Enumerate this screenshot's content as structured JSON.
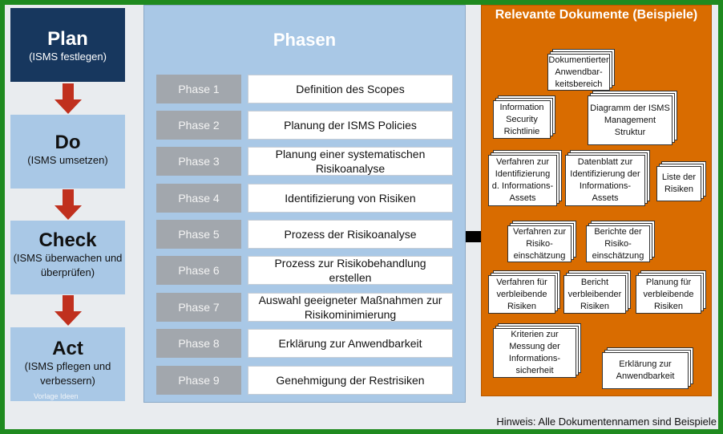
{
  "pdca": [
    {
      "title": "Plan",
      "subtitle": "(ISMS festlegen)"
    },
    {
      "title": "Do",
      "subtitle": "(ISMS umsetzen)"
    },
    {
      "title": "Check",
      "subtitle": "(ISMS überwachen und überprüfen)"
    },
    {
      "title": "Act",
      "subtitle": "(ISMS pflegen und verbessern)"
    }
  ],
  "watermark": "Vorlage Ideen",
  "phases": {
    "title": "Phasen",
    "items": [
      {
        "label": "Phase 1",
        "text": "Definition des Scopes"
      },
      {
        "label": "Phase 2",
        "text": "Planung der ISMS Policies"
      },
      {
        "label": "Phase 3",
        "text": "Planung einer systematischen Risikoanalyse"
      },
      {
        "label": "Phase 4",
        "text": "Identifizierung von Risiken"
      },
      {
        "label": "Phase 5",
        "text": "Prozess der Risikoanalyse"
      },
      {
        "label": "Phase 6",
        "text": "Prozess zur Risikobehandlung erstellen"
      },
      {
        "label": "Phase 7",
        "text": "Auswahl geeigneter Maßnahmen zur Risikominimierung"
      },
      {
        "label": "Phase 8",
        "text": "Erklärung zur Anwendbarkeit"
      },
      {
        "label": "Phase 9",
        "text": "Genehmigung der Restrisiken"
      }
    ]
  },
  "documents": {
    "title": "Relevante Dokumente (Beispiele)",
    "items": [
      "Dokumentierter Anwendbar-keitsbereich",
      "Information Security Richtlinie",
      "Diagramm der ISMS Management Struktur",
      "Verfahren zur Identifizierung d. Informations-Assets",
      "Datenblatt zur Identifizierung der Informations-Assets",
      "Liste der Risiken",
      "Verfahren zur Risiko-einschätzung",
      "Berichte der Risiko-einschätzung",
      "Verfahren für verbleibende Risiken",
      "Bericht verbleibender Risiken",
      "Planung für verbleibende Risiken",
      "Kriterien zur Messung der Informations-sicherheit",
      "Erklärung zur Anwendbarkeit"
    ]
  },
  "hint": "Hinweis: Alle Dokumentennamen sind Beispiele",
  "colors": {
    "frame": "#1f8a1f",
    "plan": "#17375e",
    "light_blue": "#a9c8e6",
    "arrow_red": "#c0301e",
    "docs_orange": "#d96c00"
  }
}
